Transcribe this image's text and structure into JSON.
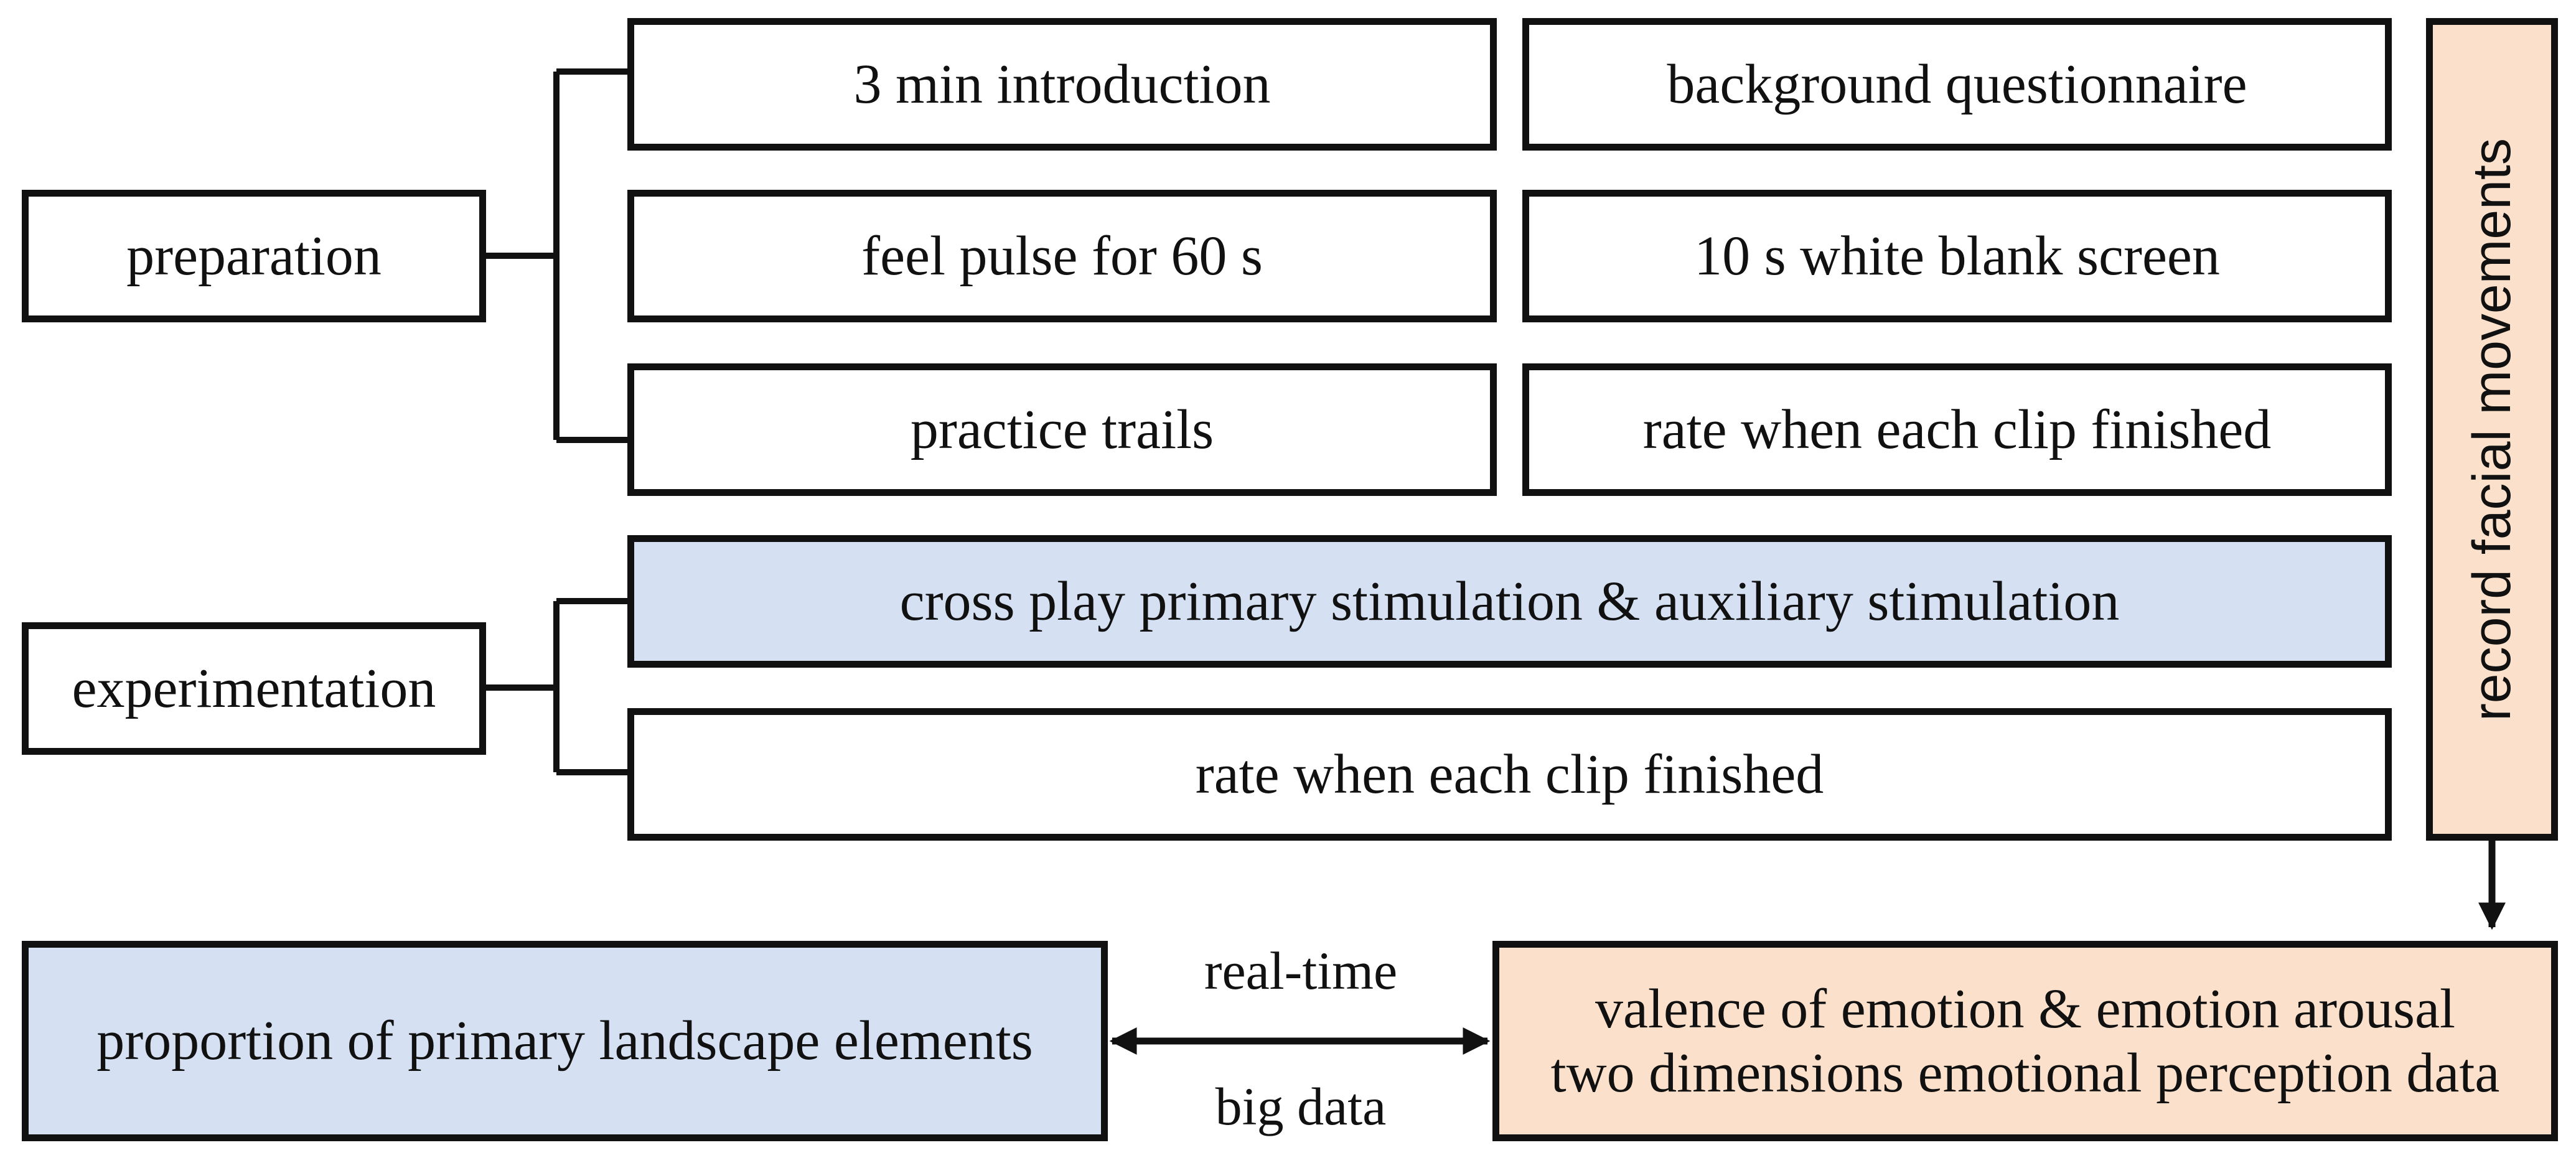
{
  "diagram": {
    "groups": {
      "preparation": "preparation",
      "experimentation": "experimentation"
    },
    "steps": {
      "intro": "3 min introduction",
      "questionnaire": "background questionnaire",
      "pulse": "feel pulse for 60 s",
      "blank_screen": "10 s white blank screen",
      "practice": "practice trails",
      "rate_practice": "rate when each clip finished",
      "cross_play": "cross play primary stimulation & auxiliary stimulation",
      "rate_experiment": "rate when each clip finished"
    },
    "record": "record  facial movements",
    "outputs": {
      "landscape": "proportion of primary landscape elements",
      "emotion_line1": "valence of emotion & emotion arousal",
      "emotion_line2": "two dimensions emotional perception data"
    },
    "link_labels": {
      "top": "real-time",
      "bottom": "big data"
    },
    "colors": {
      "border": "#111111",
      "blue_fill": "#d5e1f2",
      "peach_fill": "#fbe1cb"
    }
  }
}
